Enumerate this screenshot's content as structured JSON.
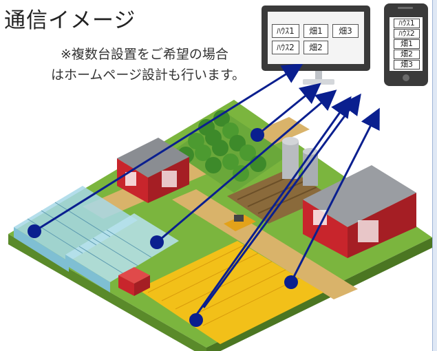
{
  "header": {
    "title": "通信イメージ",
    "note_line1": "※複数台設置をご希望の場合",
    "note_line2": "はホームページ設計も行います。"
  },
  "monitor": {
    "row1": [
      "ﾊｳｽ1",
      "畑1",
      "畑3"
    ],
    "row2": [
      "ﾊｳｽ2",
      "畑2"
    ]
  },
  "phone": {
    "items": [
      "ﾊｳｽ1",
      "ﾊｳｽ2",
      "畑1",
      "畑2",
      "畑3"
    ]
  },
  "colors": {
    "arrow": "#0a1f8f",
    "sensor_dot": "#0a1f8f",
    "ground": "#8fc24a",
    "field_yellow": "#f2c019",
    "barn_red": "#c8252c",
    "greenhouse": "#a7d8e8"
  },
  "icons": {
    "monitor": "desktop-monitor-icon",
    "phone": "smartphone-icon",
    "sensor": "sensor-dot-icon"
  }
}
